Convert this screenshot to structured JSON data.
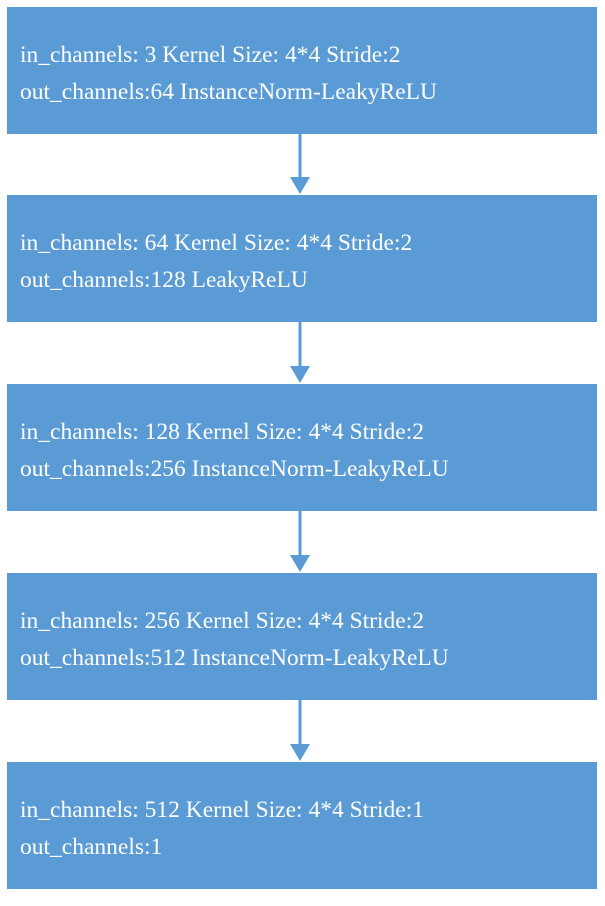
{
  "colors": {
    "block_fill": "#5b9bd5",
    "block_text": "#ffffff",
    "arrow": "#5b9bd5",
    "background": "#ffffff"
  },
  "blocks": [
    {
      "line1": "in_channels: 3 Kernel Size: 4*4 Stride:2",
      "line2": "out_channels:64 InstanceNorm-LeakyReLU"
    },
    {
      "line1": "in_channels: 64 Kernel Size: 4*4 Stride:2",
      "line2": "out_channels:128 LeakyReLU"
    },
    {
      "line1": "in_channels: 128 Kernel Size: 4*4 Stride:2",
      "line2": "out_channels:256 InstanceNorm-LeakyReLU"
    },
    {
      "line1": "in_channels: 256 Kernel Size: 4*4 Stride:2",
      "line2": "out_channels:512 InstanceNorm-LeakyReLU"
    },
    {
      "line1": "in_channels: 512 Kernel Size: 4*4 Stride:1",
      "line2": "out_channels:1"
    }
  ]
}
